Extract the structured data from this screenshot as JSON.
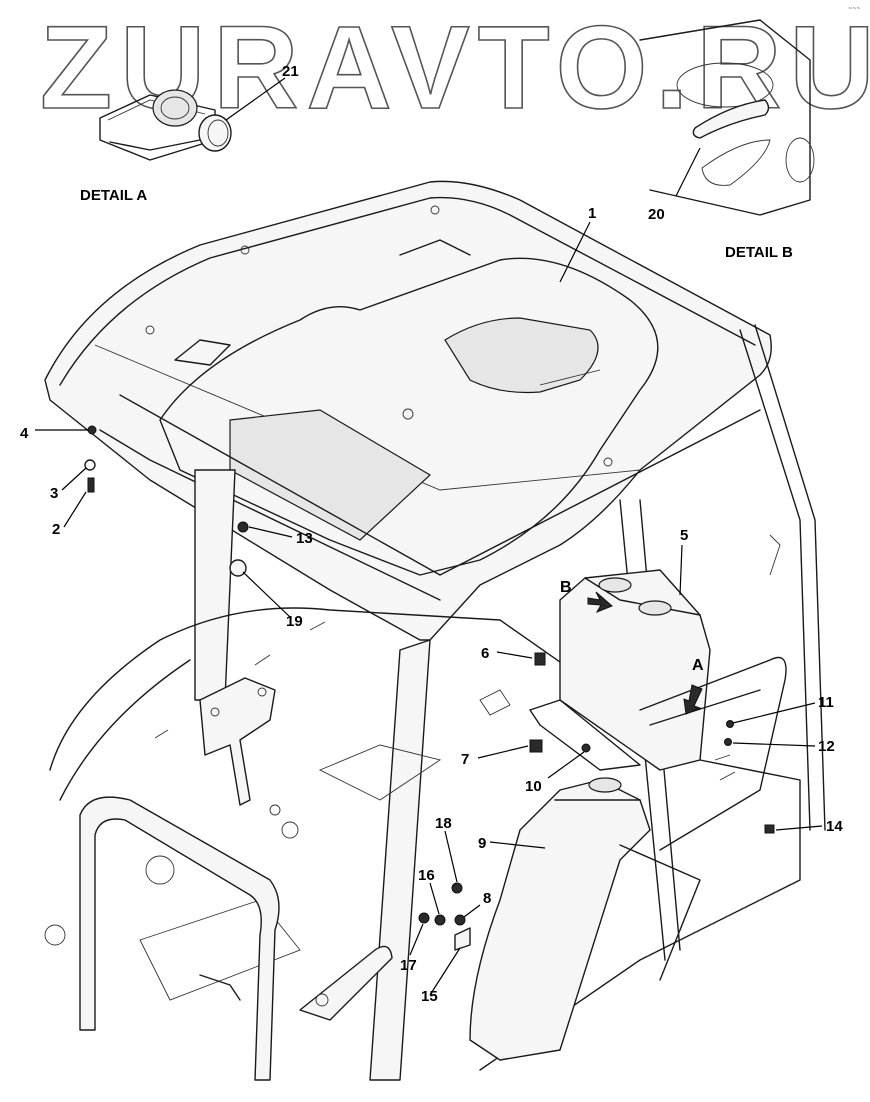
{
  "watermark": "ZURAVTO.RU",
  "corner_code": "~~~",
  "details": {
    "a": "DETAIL A",
    "b": "DETAIL B"
  },
  "view_letters": {
    "a": "A",
    "b": "B"
  },
  "callouts": {
    "c1": "1",
    "c2": "2",
    "c3": "3",
    "c4": "4",
    "c5": "5",
    "c6": "6",
    "c7": "7",
    "c8": "8",
    "c9": "9",
    "c10": "10",
    "c11": "11",
    "c12": "12",
    "c13": "13",
    "c14": "14",
    "c15": "15",
    "c16": "16",
    "c17": "17",
    "c18": "18",
    "c19": "19",
    "c20": "20",
    "c21": "21"
  }
}
